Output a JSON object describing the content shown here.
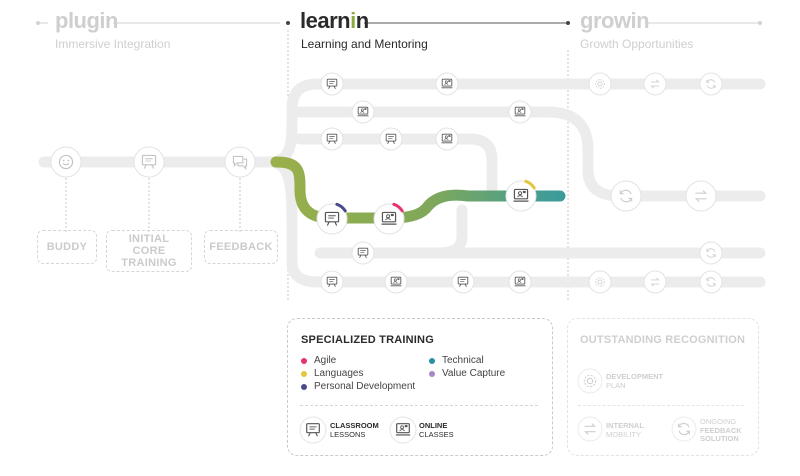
{
  "phases": [
    {
      "title": "plugin",
      "subtitle": "Immersive Integration"
    },
    {
      "title": "learnin",
      "title_main": "learn",
      "title_accent": "i",
      "title_end": "n",
      "subtitle": "Learning and Mentoring"
    },
    {
      "title": "growin",
      "subtitle": "Growth Opportunities"
    }
  ],
  "plugin_boxes": [
    "BUDDY",
    "INITIAL CORE TRAINING",
    "FEEDBACK"
  ],
  "specialized": {
    "title": "SPECIALIZED TRAINING",
    "legend": [
      {
        "label": "Agile",
        "color": "#e6336f"
      },
      {
        "label": "Technical",
        "color": "#2a8fa0"
      },
      {
        "label": "Languages",
        "color": "#e3c63a"
      },
      {
        "label": "Value Capture",
        "color": "#a58bc4"
      },
      {
        "label": "Personal Development",
        "color": "#4a4a8c"
      }
    ],
    "classroom": {
      "title": "CLASSROOM",
      "sub": "LESSONS"
    },
    "online": {
      "title": "ONLINE",
      "sub": "CLASSES"
    }
  },
  "recognition": {
    "title": "OUTSTANDING RECOGNITION",
    "development": {
      "title": "DEVELOPMENT",
      "sub": "PLAN"
    },
    "internal": {
      "title": "INTERNAL",
      "sub": "MOBILITY"
    },
    "ongoing": {
      "title": "ONGOING",
      "sub1": "FEEDBACK",
      "sub2": "SOLUTION"
    }
  },
  "colors": {
    "accent_green": "#8aac3e",
    "teal": "#3a9b9b",
    "track_grey": "#ececec",
    "faded_text": "#cfcfcf"
  },
  "icons": {
    "plugin_nodes": [
      "smiley-icon",
      "presentation-board-icon",
      "chat-bubbles-icon"
    ],
    "learnin_nodes": [
      "presentation-board-icon",
      "online-class-icon"
    ],
    "growin_nodes": [
      "gear-icon",
      "arrows-exchange-icon",
      "refresh-cycle-icon"
    ]
  }
}
